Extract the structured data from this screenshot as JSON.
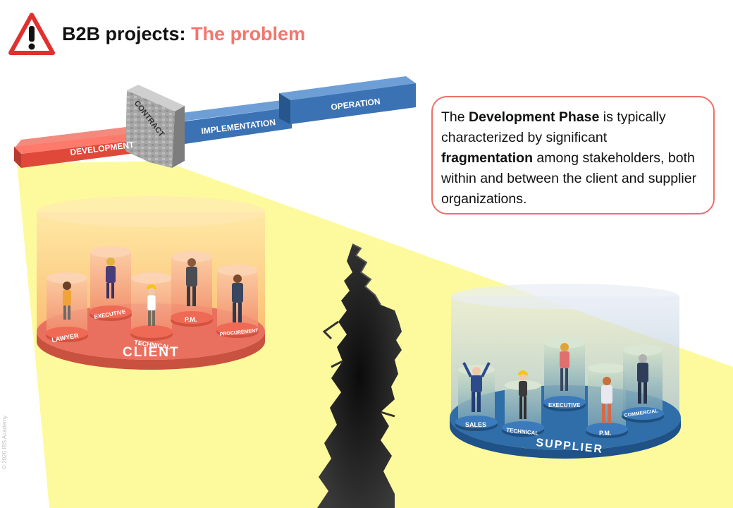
{
  "title": {
    "prefix": "B2B projects:",
    "accent": "The problem"
  },
  "phases": {
    "development": "DEVELOPMENT",
    "contract": "CONTRACT",
    "implementation": "IMPLEMENTATION",
    "operation": "OPERATION"
  },
  "callout": {
    "p1": "The ",
    "b1": "Development Phase",
    "p2": " is typically characterized by significant ",
    "b2": "fragmentation",
    "p3": " among stakeholders, both within and between the client and supplier organizations."
  },
  "client": {
    "label": "CLIENT",
    "roles": [
      "LAWYER",
      "EXECUTIVE",
      "TECHNICAL",
      "P.M.",
      "PROCUREMENT"
    ]
  },
  "supplier": {
    "label": "SUPPLIER",
    "roles": [
      "SALES",
      "TECHNICAL",
      "EXECUTIVE",
      "P.M.",
      "COMMERCIAL"
    ]
  },
  "copyright": "© 2026 IBS Academy",
  "colors": {
    "accent": "#f4766d",
    "client": "#e9705e",
    "supplier": "#2f6ea8",
    "beam": "#5a8fc8",
    "spotlight": "#fdfa9e"
  }
}
